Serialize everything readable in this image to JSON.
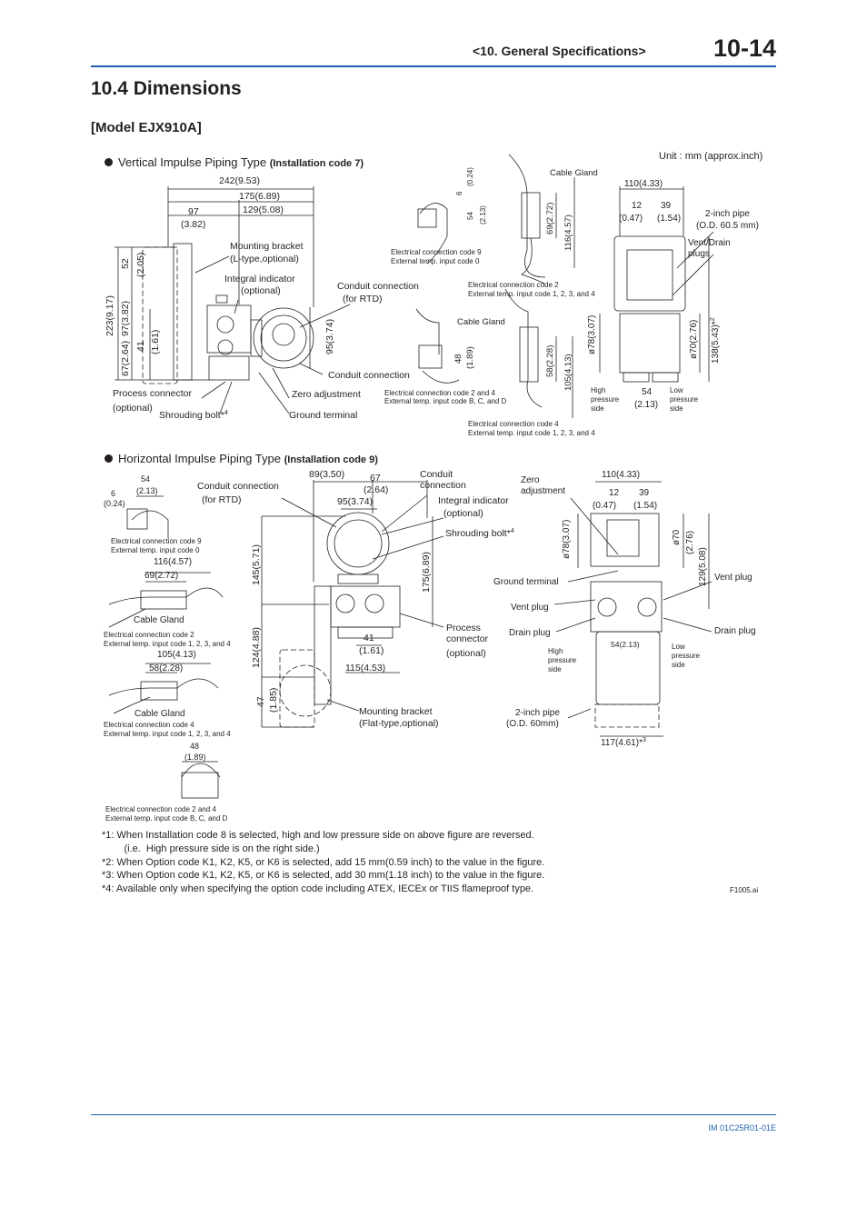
{
  "header": {
    "section": "<10.  General Specifications>",
    "page": "10-14"
  },
  "title": "10.4  Dimensions",
  "model": "[Model EJX910A]",
  "unit_note": "Unit : mm (approx.inch)",
  "vertical": {
    "title": "Vertical Impulse Piping Type",
    "code": "(Installation code 7)",
    "dims": [
      "242(9.53)",
      "175(6.89)",
      "97",
      "(3.82)",
      "129(5.08)",
      "52",
      "(2.05)",
      "223(9.17)",
      "97(3.82)",
      "41",
      "(1.61)",
      "67(2.64)",
      "95(3.74)"
    ],
    "labels": [
      "Mounting bracket",
      "(L-type,optional)",
      "Integral indicator",
      "(optional)",
      "Conduit connection",
      "(for RTD)",
      "Conduit connection",
      "Process connector",
      "(optional)",
      "Zero adjustment",
      "Shrouding bolt*",
      "4",
      "Ground terminal"
    ],
    "cable_details": {
      "top": [
        "6",
        "(0.24)",
        "54",
        "(2.13)",
        "Electrical connection code 9",
        "External temp. input code 0"
      ],
      "gland1": [
        "Cable Gland",
        "69(2.72)",
        "116(4.57)",
        "Electrical connection code 2",
        "External temp. input code 1, 2, 3, and 4"
      ],
      "small": [
        "48",
        "(1.89)",
        "Electrical connection code 2 and 4",
        "External temp. input code B, C, and D"
      ],
      "gland2": [
        "Cable Gland",
        "58(2.28)",
        "105(4.13)",
        "Electrical connection code 4",
        "External temp. input code 1, 2, 3, and 4"
      ]
    },
    "side": [
      "110(4.33)",
      "12",
      "(0.47)",
      "39",
      "(1.54)",
      "2-inch pipe",
      "(O.D. 60.5 mm)",
      "Vent/Drain",
      "plugs",
      "ø78(3.07)",
      "ø70(2.76)",
      "138(5.43)*",
      "2",
      "54",
      "(2.13)",
      "High",
      "pressure",
      "side",
      "Low",
      "pressure",
      "side"
    ]
  },
  "horizontal": {
    "title": "Horizontal Impulse Piping Type",
    "code": "(Installation code 9)",
    "cable_details": [
      [
        "54",
        "(2.13)",
        "6",
        "(0.24)",
        "Electrical connection code 9",
        "External temp. input code 0"
      ],
      [
        "116(4.57)",
        "69(2.72)",
        "Cable Gland",
        "Electrical connection code 2",
        "External temp. input code 1, 2, 3, and 4"
      ],
      [
        "105(4.13)",
        "58(2.28)",
        "Cable Gland",
        "Electrical connection code 4",
        "External temp. input code 1, 2, 3, and 4"
      ],
      [
        "48",
        "(1.89)",
        "Electrical connection code 2 and 4",
        "External temp. input code B, C, and D"
      ]
    ],
    "front": [
      "Conduit connection",
      "(for RTD)",
      "89(3.50)",
      "67",
      "(2.64)",
      "Conduit",
      "connection",
      "95(3.74)",
      "Integral indicator",
      "(optional)",
      "Shrouding bolt*",
      "4",
      "145(5.71)",
      "175(6.89)",
      "124(4.88)",
      "41",
      "(1.61)",
      "115(4.53)",
      "Process",
      "connector",
      "(optional)",
      "47",
      "(1.85)",
      "Mounting bracket",
      "(Flat-type,optional)"
    ],
    "side": [
      "Zero",
      "adjustment",
      "110(4.33)",
      "12",
      "(0.47)",
      "39",
      "(1.54)",
      "ø78(3.07)",
      "ø70",
      "(2.76)",
      "129(5.08)",
      "Ground terminal",
      "Vent plug",
      "Vent plug",
      "Drain plug",
      "Drain plug",
      "54(2.13)",
      "High",
      "pressure",
      "side",
      "Low",
      "pressure",
      "side",
      "2-inch pipe",
      "(O.D. 60mm)",
      "117(4.61)*",
      "3"
    ]
  },
  "notes": [
    "*1:  When Installation code 8 is selected, high and low pressure side on above figure are reversed.",
    "        (i.e.  High pressure side is on the right side.)",
    "*2:  When Option code K1, K2, K5, or K6 is selected, add 15 mm(0.59 inch) to the value in the figure.",
    "*3:  When Option code K1, K2, K5, or K6 is selected, add 30 mm(1.18 inch) to the value in the figure.",
    "*4:  Available only when specifying the option code including ATEX, IECEx or TIIS flameproof type."
  ],
  "figure_id": "F1005.ai",
  "doc_id": "IM 01C25R01-01E",
  "colors": {
    "accent": "#1f5faa",
    "text": "#231f20"
  }
}
